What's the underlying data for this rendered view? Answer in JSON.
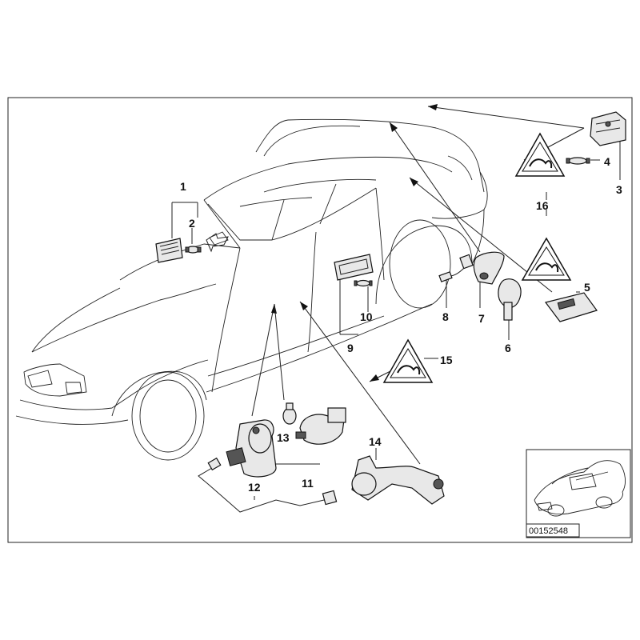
{
  "callouts": [
    "1",
    "2",
    "3",
    "4",
    "5",
    "6",
    "7",
    "8",
    "9",
    "10",
    "11",
    "12",
    "13",
    "14",
    "15",
    "16"
  ],
  "part_number": "00152548"
}
